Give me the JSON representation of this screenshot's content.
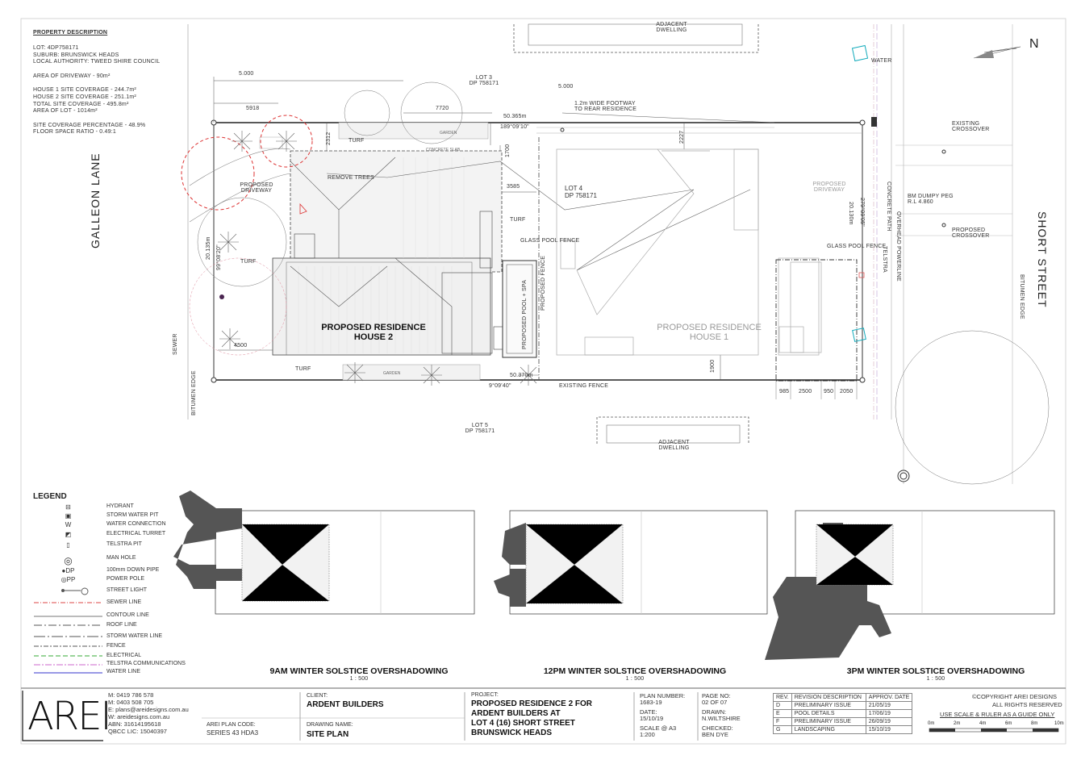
{
  "property": {
    "heading": "PROPERTY DESCRIPTION",
    "lines": [
      "LOT: 4DP758171",
      "SUBURB: BRUNSWICK HEADS",
      "LOCAL AUTHORITY: TWEED SHIRE COUNCIL",
      "",
      "AREA OF DRIVEWAY - 90m²",
      "",
      "HOUSE 1 SITE COVERAGE - 244.7m²",
      "HOUSE 2 SITE COVERAGE - 251.1m²",
      "TOTAL SITE COVERAGE - 495.8m²",
      "AREA OF LOT - 1014m²",
      "",
      "SITE COVERAGE PERCENTAGE - 48.9%",
      "FLOOR SPACE RATIO - 0.49:1"
    ]
  },
  "plan": {
    "north": "N",
    "streets": {
      "left": "GALLEON LANE",
      "right": "SHORT STREET"
    },
    "labels": {
      "adjacent_top": "ADJACENT\nDWELLING",
      "adjacent_bottom": "ADJACENT\nDWELLING",
      "water": "WATER",
      "lot3": "LOT 3\nDP 758171",
      "lot4": "LOT 4\nDP 758171",
      "lot5": "LOT 5\nDP 758171",
      "footway": "1.2m WIDE FOOTWAY\nTO REAR RESIDENCE",
      "existing_crossover": "EXISTING\nCROSSOVER",
      "bm": "BM DUMPY PEG\nR.L 4.860",
      "proposed_crossover": "PROPOSED\nCROSSOVER",
      "glass_pool_fence_1": "GLASS POOL FENCE",
      "glass_pool_fence_2": "GLASS POOL FENCE",
      "proposed_fence": "PROPOSED FENCE",
      "pool": "PROPOSED POOL + SPA",
      "house2": "PROPOSED RESIDENCE\nHOUSE 2",
      "house1": "PROPOSED RESIDENCE\nHOUSE 1",
      "proposed_driveway_left": "PROPOSED\nDRIVEWAY",
      "proposed_driveway_right": "PROPOSED\nDRIVEWAY",
      "remove_trees": "REMOVE TREES",
      "turf1": "TURF",
      "turf2": "TURF",
      "turf3": "TURF",
      "turf4": "TURF",
      "garden1": "GARDEN",
      "garden2": "GARDEN",
      "concrete_slab": "CONCRETE SLAB",
      "existing_fence": "EXISTING FENCE",
      "sewer": "SEWER",
      "bitumen_left": "BITUMEN EDGE",
      "bitumen_right": "BITUMEN EDGE",
      "concrete_path": "CONCRETE PATH",
      "telstra": "TELSTRA",
      "overhead_powerline": "OVERHEAD POWERLINE",
      "bearing_top": "189°09'10\"",
      "bearing_bottom": "9°09'40\"",
      "bearing_right": "279°09'05\"",
      "bearing_left": "99°08'20\""
    },
    "dims": {
      "d5000a": "5.000",
      "d5000b": "5.000",
      "d5918": "5918",
      "d7720": "7720",
      "d50365": "50.365m",
      "d50370": "50.370m",
      "d2312": "2312",
      "d2227": "2227",
      "d1700": "1700",
      "d3585": "3585",
      "d4500": "4500",
      "d1900": "1900",
      "d20135": "20.135m",
      "d20130": "20.130m",
      "d985": "985",
      "d2500": "2500",
      "d950": "950",
      "d2050": "2050"
    }
  },
  "legend": {
    "title": "LEGEND",
    "items": [
      {
        "sym": "⊟",
        "label": "HYDRANT"
      },
      {
        "sym": "▣",
        "label": "STORM WATER PIT"
      },
      {
        "sym": "W",
        "label": "WATER CONNECTION"
      },
      {
        "sym": "◩",
        "label": "ELECTRICAL TURRET"
      },
      {
        "sym": "▯",
        "label": "TELSTRA PIT"
      },
      {
        "sym": "◎",
        "label": "MAN HOLE"
      },
      {
        "sym": "●DP",
        "label": "100mm DOWN PIPE"
      },
      {
        "sym": "◎PP",
        "label": "POWER POLE"
      },
      {
        "sym": "",
        "label": "STREET LIGHT"
      },
      {
        "sym": "",
        "label": "SEWER LINE"
      },
      {
        "sym": "",
        "label": "CONTOUR LINE"
      },
      {
        "sym": "",
        "label": "ROOF LINE"
      },
      {
        "sym": "",
        "label": "STORM WATER LINE"
      },
      {
        "sym": "",
        "label": "FENCE"
      },
      {
        "sym": "",
        "label": "ELECTRICAL"
      },
      {
        "sym": "",
        "label": "TELSTRA COMMUNICATIONS"
      },
      {
        "sym": "",
        "label": "WATER LINE"
      }
    ]
  },
  "shadows": [
    {
      "title": "9AM WINTER SOLSTICE OVERSHADOWING",
      "scale": "1 : 500"
    },
    {
      "title": "12PM WINTER SOLSTICE OVERSHADOWING",
      "scale": "1 : 500"
    },
    {
      "title": "3PM WINTER SOLSTICE OVERSHADOWING",
      "scale": "1 : 500"
    }
  ],
  "titleblock": {
    "logo": "AREI",
    "contacts": [
      "M: 0419 786 578",
      "M: 0403 508 705",
      "E: plans@areidesigns.com.au",
      "W: areidesigns.com.au",
      "ABN: 31614195618",
      "QBCC LIC: 15040397"
    ],
    "plan_code_label": "AREI PLAN CODE:",
    "plan_code": "SERIES 43 HDA3",
    "client_label": "CLIENT:",
    "client": "ARDENT BUILDERS",
    "drawing_label": "DRAWING NAME:",
    "drawing": "SITE PLAN",
    "project_label": "PROJECT:",
    "project": [
      "PROPOSED RESIDENCE 2 FOR",
      "ARDENT BUILDERS AT",
      "LOT 4 (16) SHORT STREET",
      "BRUNSWICK HEADS"
    ],
    "plan_number_label": "PLAN NUMBER:",
    "plan_number": "1683-19",
    "page_label": "PAGE NO:",
    "page": "02 OF 07",
    "date_label": "DATE:",
    "date": "15/10/19",
    "drawn_label": "DRAWN:",
    "drawn": "N.WILTSHIRE",
    "scale_label": "SCALE @ A3",
    "scale": "1:200",
    "checked_label": "CHECKED:",
    "checked": "BEN DYE",
    "revisions_header": [
      "REV.",
      "REVISION DESCRIPTION",
      "APPROV. DATE"
    ],
    "revisions": [
      [
        "D",
        "PRELIMINARY ISSUE",
        "21/05/19"
      ],
      [
        "E",
        "POOL DETAILS",
        "17/06/19"
      ],
      [
        "F",
        "PRELIMINARY ISSUE",
        "26/09/19"
      ],
      [
        "G",
        "LANDSCAPING",
        "15/10/19"
      ]
    ],
    "copyright": "©COPYRIGHT AREI DESIGNS",
    "rights": "ALL RIGHTS RESERVED",
    "ruler_note": "USE SCALE & RULER AS A GUIDE ONLY",
    "ruler_ticks": [
      "0m",
      "2m",
      "4m",
      "6m",
      "8m",
      "10m"
    ]
  }
}
